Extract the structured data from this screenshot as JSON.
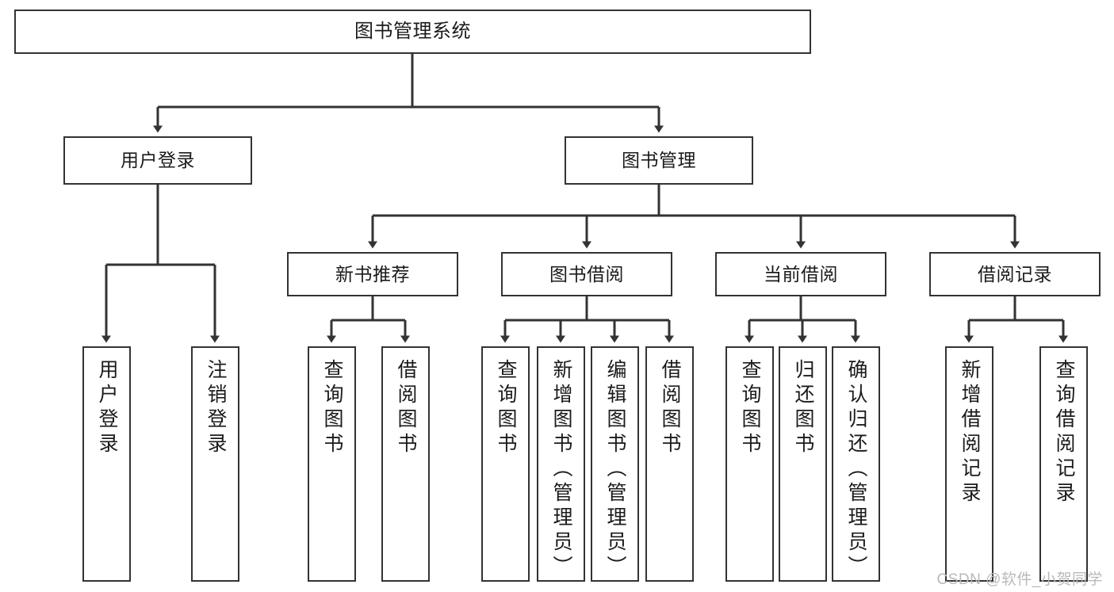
{
  "diagram": {
    "title": "图书管理系统",
    "type": "tree-hierarchy",
    "root": {
      "label": "图书管理系统"
    },
    "level1": [
      {
        "id": "user-login",
        "label": "用户登录"
      },
      {
        "id": "book-manage",
        "label": "图书管理"
      }
    ],
    "level2": [
      {
        "id": "new-book-recommend",
        "label": "新书推荐"
      },
      {
        "id": "book-borrow",
        "label": "图书借阅"
      },
      {
        "id": "current-borrow",
        "label": "当前借阅"
      },
      {
        "id": "borrow-record",
        "label": "借阅记录"
      }
    ],
    "leaves": {
      "user_login": [
        {
          "id": "leaf-user-login",
          "label": "用户登录"
        },
        {
          "id": "leaf-logout",
          "label": "注销登录"
        }
      ],
      "new_book_recommend": [
        {
          "id": "leaf-query-book-1",
          "label": "查询图书"
        },
        {
          "id": "leaf-borrow-book-1",
          "label": "借阅图书"
        }
      ],
      "book_borrow": [
        {
          "id": "leaf-query-book-2",
          "label": "查询图书"
        },
        {
          "id": "leaf-add-book",
          "label": "新增图书（管理员）"
        },
        {
          "id": "leaf-edit-book",
          "label": "编辑图书（管理员）"
        },
        {
          "id": "leaf-borrow-book-2",
          "label": "借阅图书"
        }
      ],
      "current_borrow": [
        {
          "id": "leaf-query-book-3",
          "label": "查询图书"
        },
        {
          "id": "leaf-return-book",
          "label": "归还图书"
        },
        {
          "id": "leaf-confirm-return",
          "label": "确认归还（管理员）"
        }
      ],
      "borrow_record": [
        {
          "id": "leaf-add-record",
          "label": "新增借阅记录"
        },
        {
          "id": "leaf-query-record",
          "label": "查询借阅记录"
        }
      ]
    }
  },
  "watermark": {
    "text": "CSDN @软件_小贺同学"
  },
  "colors": {
    "stroke": "#333333",
    "text": "#1b1b1b",
    "background": "#ffffff",
    "watermark": "#b9b9b9"
  }
}
